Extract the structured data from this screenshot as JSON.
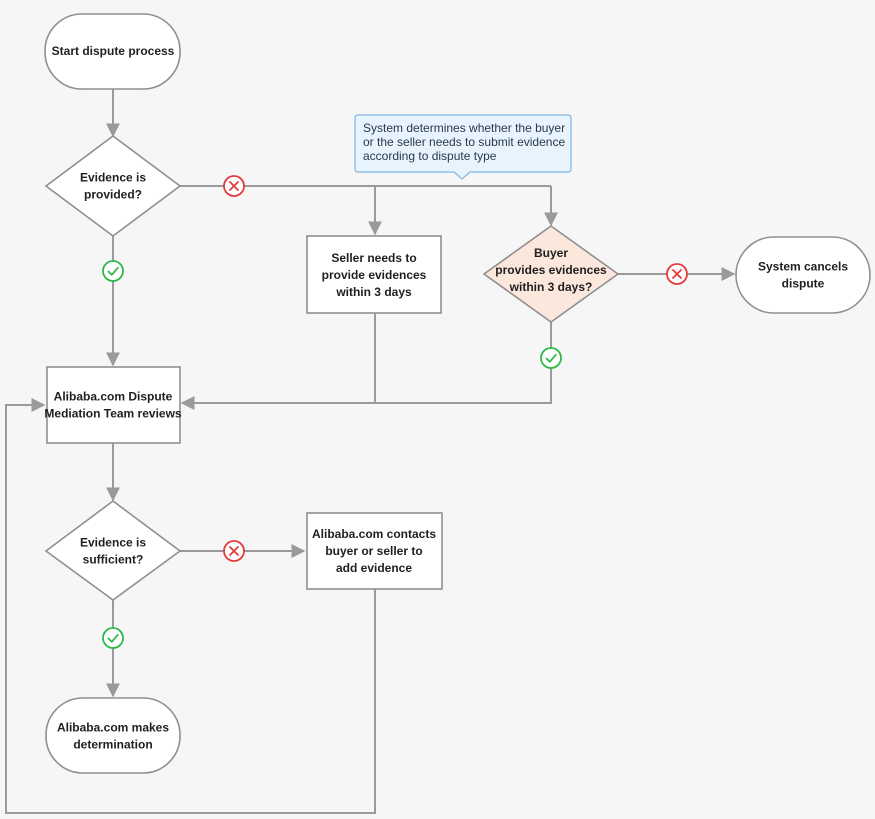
{
  "colors": {
    "background": "#f6f6f6",
    "node_fill": "#ffffff",
    "decision_fill": "#ffffff",
    "highlight_decision_fill": "#fbe7dc",
    "stroke": "#8f8f8f",
    "edge": "#9a9a9a",
    "yes": "#2fb94a",
    "no": "#e23b3b",
    "note_fill": "#e7f3fd",
    "note_stroke": "#7fb6e6"
  },
  "nodes": {
    "start": {
      "lines": [
        "Start dispute process"
      ]
    },
    "decision_provided": {
      "lines": [
        "Evidence is",
        "provided?"
      ]
    },
    "seller_task": {
      "lines": [
        "Seller needs to",
        "provide evidences",
        "within 3 days"
      ]
    },
    "decision_buyer": {
      "lines": [
        "Buyer",
        "provides  evidences",
        "within 3 days?"
      ]
    },
    "cancel": {
      "lines": [
        "System cancels",
        "dispute"
      ]
    },
    "review": {
      "lines": [
        "Alibaba.com Dispute",
        "Mediation Team reviews"
      ]
    },
    "decision_sufficient": {
      "lines": [
        "Evidence is",
        "sufficient?"
      ]
    },
    "contact": {
      "lines": [
        "Alibaba.com contacts",
        "buyer or seller to",
        "add evidence"
      ]
    },
    "determination": {
      "lines": [
        "Alibaba.com makes",
        "determination"
      ]
    }
  },
  "note": {
    "lines": [
      "System determines whether the buyer",
      "or the seller needs to submit evidence",
      "according to dispute type"
    ]
  },
  "icons": {
    "yes": "check-circle-icon",
    "no": "x-circle-icon"
  }
}
